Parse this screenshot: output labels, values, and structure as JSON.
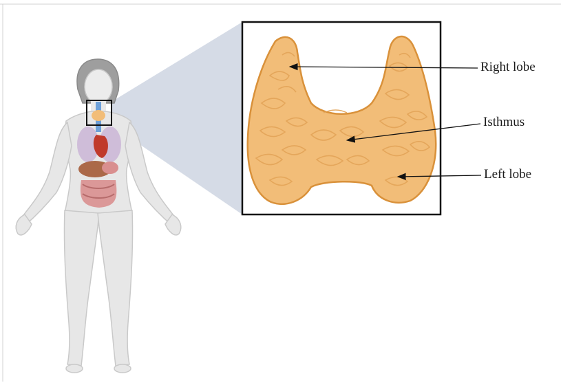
{
  "labels": {
    "right_lobe": "Right lobe",
    "isthmus": "Isthmus",
    "left_lobe": "Left lobe"
  },
  "colors": {
    "thyroid_fill": "#f2bd78",
    "thyroid_edge": "#d9913a",
    "body_fill": "#e7e7e7",
    "body_edge": "#c9c9c9",
    "projection": "#c7cfdd",
    "organs": "#d98f8f"
  },
  "icons": [
    "human-body-figure",
    "thyroid-gland-illustration"
  ]
}
